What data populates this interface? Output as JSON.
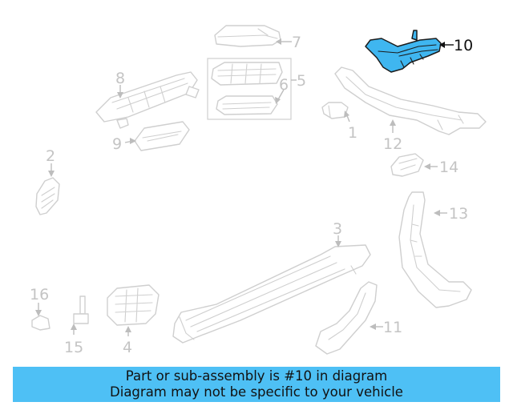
{
  "highlighted_part": "10",
  "callouts": {
    "c1": "1",
    "c2": "2",
    "c3": "3",
    "c4": "4",
    "c5": "5",
    "c6": "6",
    "c7": "7",
    "c8": "8",
    "c9": "9",
    "c10": "10",
    "c11": "11",
    "c12": "12",
    "c13": "13",
    "c14": "14",
    "c15": "15",
    "c16": "16"
  },
  "banner": {
    "line1": "Part or sub-assembly is #10 in diagram",
    "line2": "Diagram may not be specific to your vehicle",
    "background_color": "#4ec0f5"
  },
  "colors": {
    "highlight": "#3fb6f0",
    "line": "#cfcfcf",
    "label": "#c4c4c4"
  }
}
